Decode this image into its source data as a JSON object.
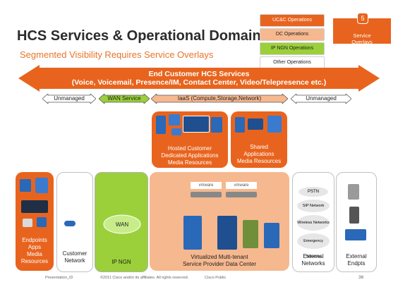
{
  "header": {
    "title": "HCS Services & Operational Domains",
    "subtitle": "Segmented Visibility Requires Service Overlays"
  },
  "legend": {
    "items": [
      "UC&C Operations",
      "DC Operations",
      "IP NGN Operations",
      "Other Operations"
    ],
    "badge_number": "5",
    "badge_label_1": "Service",
    "badge_label_2": "Overlays"
  },
  "banner": {
    "line1": "End Customer HCS Services",
    "line2": "(Voice, Voicemail, Presence/IM, Contact Center, Video/Telepresence etc.)"
  },
  "segments": {
    "unmanaged_left": "Unmanaged",
    "wan": "WAN Service",
    "iaas": "IaaS (Compute,Storage,Network)",
    "unmanaged_right": "Unmanaged"
  },
  "zones": {
    "hosted_1": "Hosted Customer",
    "hosted_2": "Dedicated Applications",
    "hosted_3": "Media Resources",
    "shared_1": "Shared",
    "shared_2": "Applications",
    "shared_3": "Media Resources",
    "endpoints_1": "Endpoints",
    "endpoints_2": "Apps",
    "endpoints_3": "Media",
    "endpoints_4": "Resources",
    "customer_1": "Customer",
    "customer_2": "Network",
    "ipngn": "IP NGN",
    "wan_cloud": "WAN",
    "dc_1": "Virtualized Multi-tenant",
    "dc_2": "Service Provider Data Center",
    "vmware": "vmware",
    "ext_net_1": "External",
    "ext_net_2": "Networks",
    "ext_ep_1": "External",
    "ext_ep_2": "Endpts"
  },
  "external_networks": [
    "PSTN",
    "SIP Network",
    "Wireless Networks",
    "Emergency Services"
  ],
  "footer": {
    "left": "Presentation_ID",
    "center": "©2011 Cisco and/or its affiliates. All rights reserved.",
    "right": "Cisco Public",
    "page": "36"
  },
  "colors": {
    "ucc": "#e8641e",
    "dc": "#f6b88f",
    "ipngn": "#9bd03a",
    "device_blue": "#2a68b8"
  }
}
